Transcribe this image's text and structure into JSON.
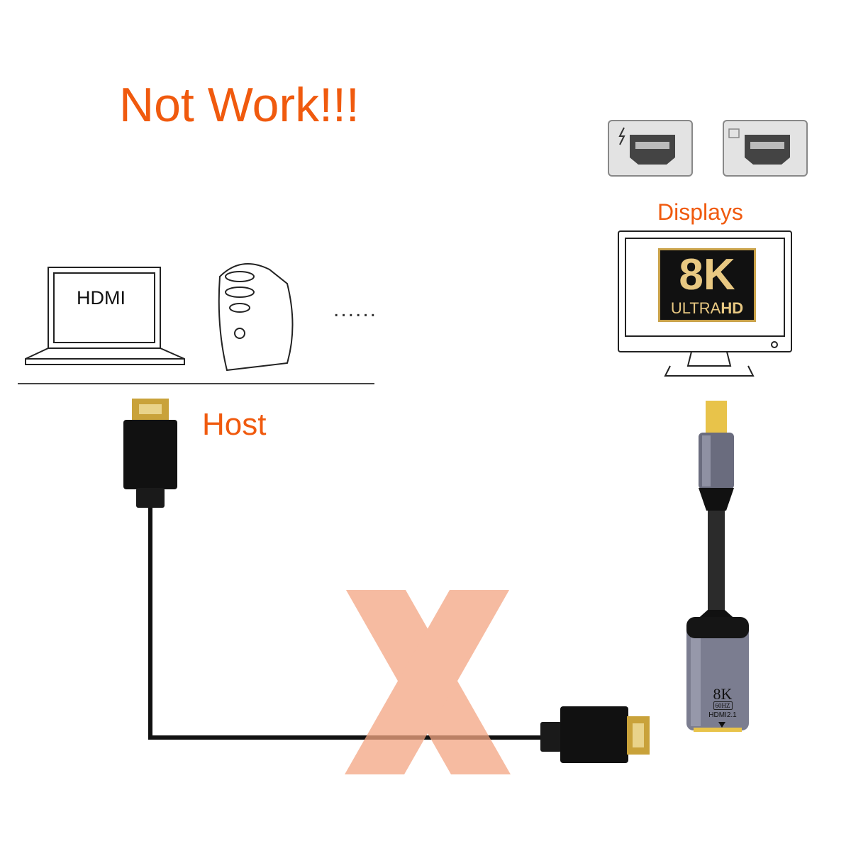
{
  "title": "Not Work!!!",
  "host_label": "Host",
  "displays_label": "Displays",
  "laptop_screen_label": "HDMI",
  "more_devices": "......",
  "display_badge": {
    "main": "8K",
    "sub_light": "ULTRA",
    "sub_bold": "HD"
  },
  "adapter": {
    "resolution": "8K",
    "refresh": "60HZ",
    "standard": "HDMI2.1"
  },
  "icons": [
    "thunderbolt-icon",
    "mini-displayport-icon"
  ],
  "colors": {
    "accent": "#f05a0e",
    "cross": "#f4a582"
  }
}
